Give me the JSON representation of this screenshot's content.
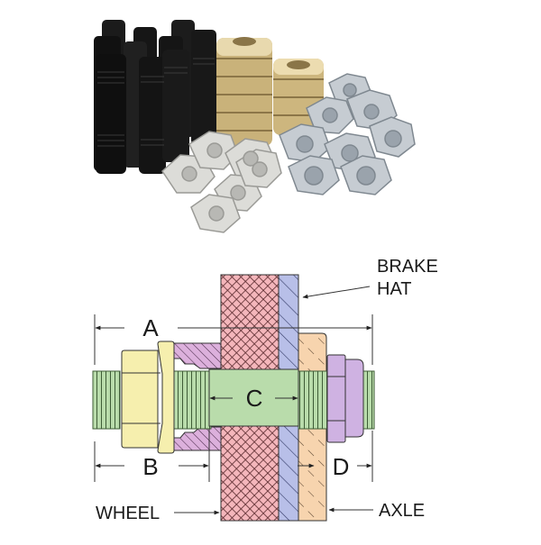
{
  "photo": {
    "description": "Wheel stud kit: black studs, brass spacers, silver lug nuts, zinc flange nuts",
    "groups": [
      "black-studs",
      "brass-spacers",
      "silver-lug-nuts",
      "zinc-flange-nuts"
    ]
  },
  "diagram": {
    "labels": {
      "brake_hat_line1": "BRAKE",
      "brake_hat_line2": "HAT",
      "wheel": "WHEEL",
      "axle": "AXLE"
    },
    "dimensions": {
      "a": "A",
      "b": "B",
      "c": "C",
      "d": "D"
    },
    "colors": {
      "wheel": "#f4b6bb",
      "brake_hat": "#b8bfe8",
      "axle": "#f7d4ae",
      "stud": "#b9dcab",
      "lug_nut": "#f6efae",
      "spacer": "#dcb0dc",
      "axle_nut": "#cfb2e2",
      "outline": "#333333"
    }
  }
}
